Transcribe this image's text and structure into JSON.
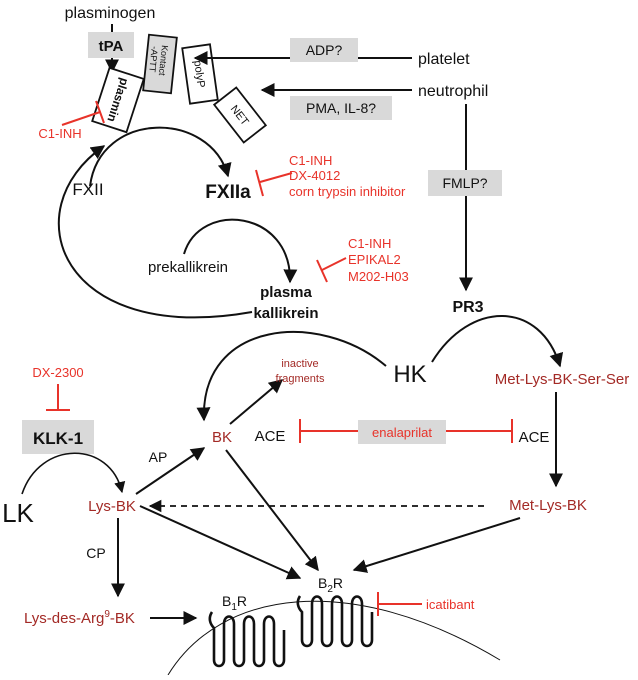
{
  "colors": {
    "red": "#e8332a",
    "brown": "#a32a26",
    "black": "#111111",
    "gray_box": "#d9d9d9"
  },
  "activators": {
    "plasminogen": "plasminogen",
    "tpa": "tPA",
    "platelet": "platelet",
    "neutrophil": "neutrophil",
    "adp": "ADP?",
    "pma": "PMA, IL-8?",
    "fmlp": "FMLP?"
  },
  "surfaces": {
    "plasmin": "plasmin",
    "kontact_line1": "Kontact",
    "kontact_line2": "-APTT",
    "polyp": "polyP",
    "net": "NET"
  },
  "contact_system": {
    "fxii": "FXII",
    "fxiia": "FXIIa",
    "prekallikrein": "prekallikrein",
    "plasma_kallikrein_line1": "plasma",
    "plasma_kallikrein_line2": "kallikrein",
    "pr3": "PR3",
    "hk": "HK"
  },
  "inhibitors": {
    "c1inh_plasmin": "C1-INH",
    "fxiia": [
      "C1-INH",
      "DX-4012",
      "corn trypsin inhibitor"
    ],
    "kallikrein": [
      "C1-INH",
      "EPIKAL2",
      "M202-H03"
    ],
    "dx2300": "DX-2300",
    "enalaprilat": "enalaprilat",
    "icatibant": "icatibant"
  },
  "tissue_system": {
    "klk1": "KLK-1",
    "lk": "LK",
    "lys_bk": "Lys-BK",
    "lys_des_arg_prefix": "Lys-des-Arg",
    "lys_des_arg_sup": "9",
    "lys_des_arg_suffix": "-BK"
  },
  "kinins": {
    "bk": "BK",
    "inactive_line1": "inactive",
    "inactive_line2": "fragments",
    "met_lys_bk_ser_ser": "Met-Lys-BK-Ser-Ser",
    "met_lys_bk": "Met-Lys-BK"
  },
  "enzymes": {
    "ace_left": "ACE",
    "ace_right": "ACE",
    "ap": "AP",
    "cp": "CP"
  },
  "receptors": {
    "b1_prefix": "B",
    "b1_sub": "1",
    "b1_suffix": "R",
    "b2_prefix": "B",
    "b2_sub": "2",
    "b2_suffix": "R"
  }
}
